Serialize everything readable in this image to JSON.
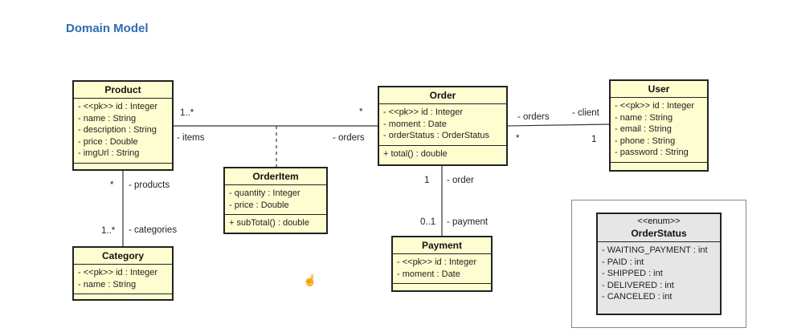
{
  "title": "Domain Model",
  "classes": {
    "product": {
      "name": "Product",
      "attributes": [
        "- <<pk>> id : Integer",
        "- name : String",
        "- description : String",
        "- price : Double",
        "- imgUrl : String"
      ]
    },
    "category": {
      "name": "Category",
      "attributes": [
        "- <<pk>> id : Integer",
        "- name : String"
      ]
    },
    "orderitem": {
      "name": "OrderItem",
      "attributes": [
        "- quantity : Integer",
        "- price : Double"
      ],
      "operations": [
        "+ subTotal() : double"
      ]
    },
    "order": {
      "name": "Order",
      "attributes": [
        "- <<pk>> id : Integer",
        "- moment : Date",
        "- orderStatus : OrderStatus"
      ],
      "operations": [
        "+ total() : double"
      ]
    },
    "payment": {
      "name": "Payment",
      "attributes": [
        "- <<pk>> id : Integer",
        "- moment : Date"
      ]
    },
    "user": {
      "name": "User",
      "attributes": [
        "- <<pk>> id : Integer",
        "- name : String",
        "- email : String",
        "- phone : String",
        "- password : String"
      ]
    },
    "orderstatus": {
      "stereotype": "<<enum>>",
      "name": "OrderStatus",
      "values": [
        "- WAITING_PAYMENT : int",
        "- PAID : int",
        "- SHIPPED : int",
        "- DELIVERED : int",
        "- CANCELED : int"
      ]
    }
  },
  "associations": {
    "product_order": {
      "mult_product": "1..*",
      "role_product": "- items",
      "mult_order": "*",
      "role_order": "- orders"
    },
    "product_category": {
      "mult_product": "*",
      "role_product": "- products",
      "mult_category": "1..*",
      "role_category": "- categories"
    },
    "order_user": {
      "role_order": "- orders",
      "mult_order": "*",
      "role_user": "- client",
      "mult_user": "1"
    },
    "order_payment": {
      "mult_order": "1",
      "role_order": "- order",
      "mult_payment": "0..1",
      "role_payment": "- payment"
    }
  }
}
